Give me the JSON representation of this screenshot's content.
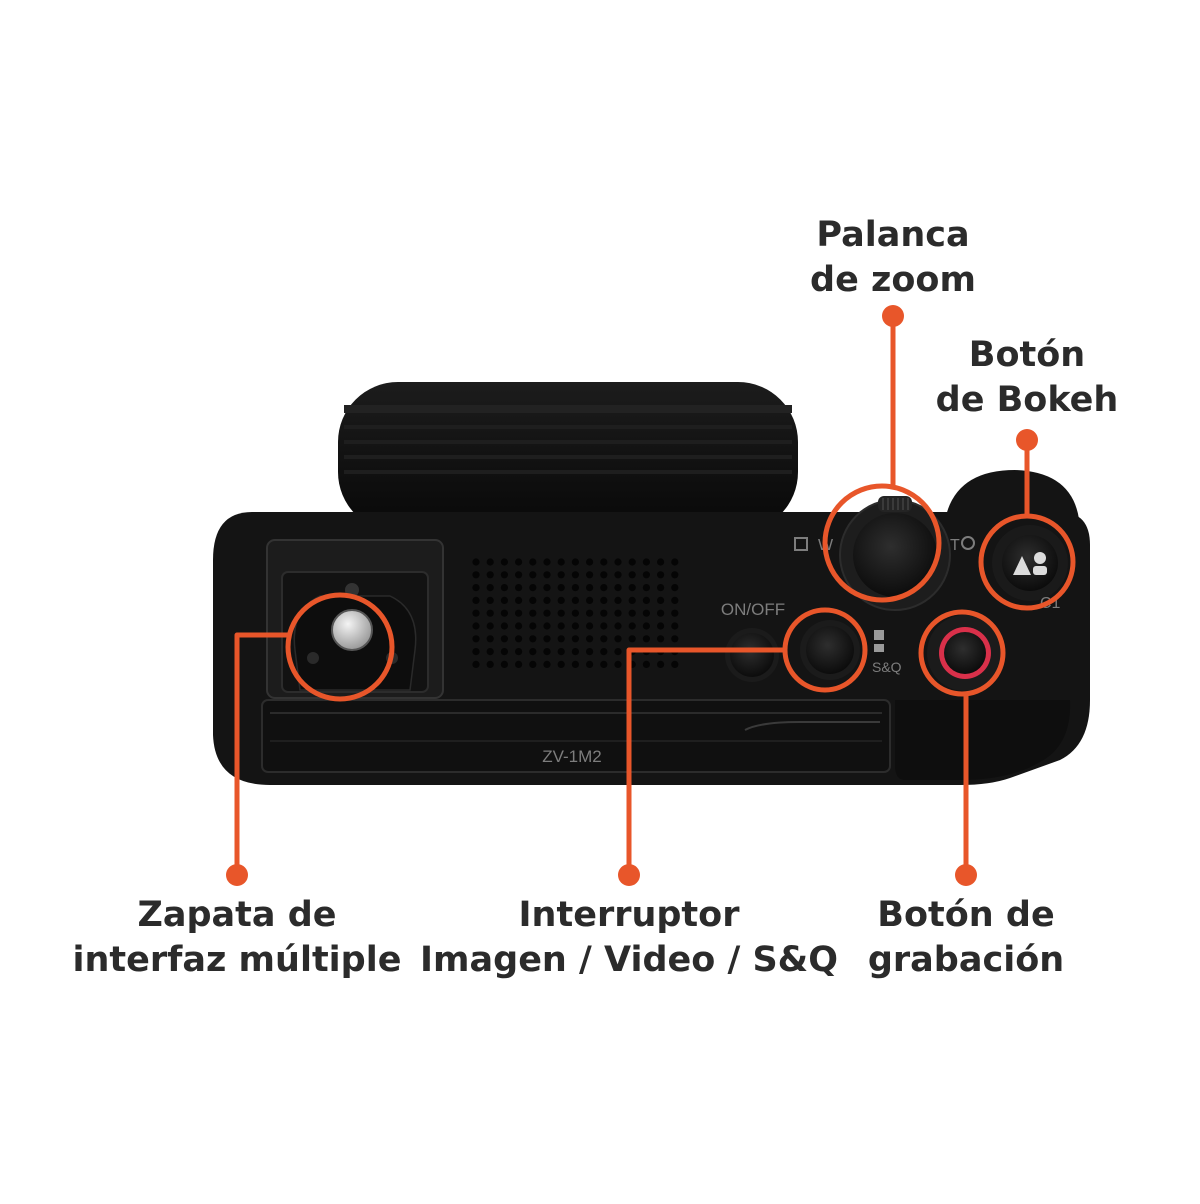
{
  "camera": {
    "model": "ZV-1M2",
    "power_label": "ON/OFF",
    "mode_label": "S&Q",
    "zoom_wide": "W",
    "zoom_tele": "T",
    "record_custom": "C1"
  },
  "callouts": {
    "zoom": {
      "line1": "Palanca",
      "line2": "de zoom"
    },
    "bokeh": {
      "line1": "Botón",
      "line2": "de Bokeh"
    },
    "shoe": {
      "line1": "Zapata de",
      "line2": "interfaz múltiple"
    },
    "switch": {
      "line1": "Interruptor",
      "line2": "Imagen / Video / S&Q"
    },
    "record": {
      "line1": "Botón de",
      "line2": "grabación"
    }
  },
  "colors": {
    "accent": "#e8562a",
    "body": "#141414",
    "text": "#2b2b2b",
    "record_ring": "#d9304a"
  }
}
